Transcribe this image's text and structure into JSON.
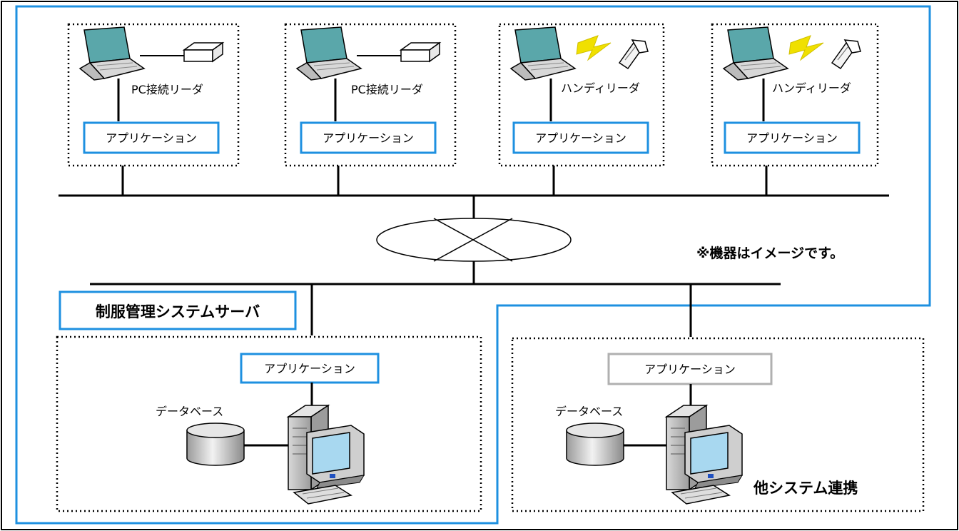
{
  "colors": {
    "accent_blue": "#1e90e0",
    "external_gray": "#b0b0b0",
    "reader_flash": "#f0e000",
    "screen_teal": "#4aa3a3",
    "screen_lightblue": "#a8d8f0"
  },
  "clients": [
    {
      "reader_type": "pc",
      "reader_label": "PC接続リーダ",
      "app_label": "アプリケーション"
    },
    {
      "reader_type": "pc",
      "reader_label": "PC接続リーダ",
      "app_label": "アプリケーション"
    },
    {
      "reader_type": "handy",
      "reader_label": "ハンディリーダ",
      "app_label": "アプリケーション"
    },
    {
      "reader_type": "handy",
      "reader_label": "ハンディリーダ",
      "app_label": "アプリケーション"
    }
  ],
  "network": {
    "router_icon": "router-icon"
  },
  "note": "※機器はイメージです。",
  "server": {
    "system_label": "制服管理システムサーバ",
    "app_label": "アプリケーション",
    "db_label": "データベース"
  },
  "external": {
    "system_label": "他システム連携",
    "app_label": "アプリケーション",
    "db_label": "データベース"
  }
}
